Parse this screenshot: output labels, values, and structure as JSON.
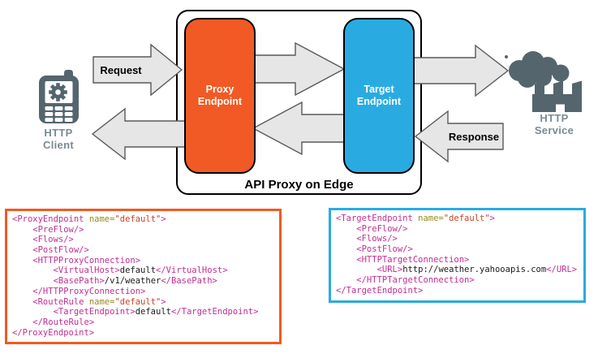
{
  "diagram": {
    "request_label": "Request",
    "response_label": "Response",
    "container_label": "API Proxy on Edge",
    "proxy_endpoint_label": "Proxy Endpoint",
    "target_endpoint_label": "Target Endpoint",
    "http_client_label": "HTTP Client",
    "http_service_label": "HTTP Service",
    "icons": {
      "client": "mobile-phone-gear-icon",
      "service": "factory-smoke-cloud-icon"
    }
  },
  "colors": {
    "proxy_orange": "#F15A24",
    "target_blue": "#29ABE2",
    "arrow_fill": "#E6E6E6",
    "arrow_stroke": "#595959",
    "icon_gray": "#55656E",
    "icon_label_gray": "#7B8A93",
    "code_tag": "#C02E92",
    "code_attr": "#99891A",
    "code_value": "#CC4128",
    "code_text": "#1A1A1A"
  },
  "code_blocks": {
    "proxy": {
      "lines": [
        [
          [
            "tag",
            "<ProxyEndpoint "
          ],
          [
            "attr",
            "name="
          ],
          [
            "val",
            "\"default\""
          ],
          [
            "tag",
            ">"
          ]
        ],
        [
          [
            "tag",
            "    <PreFlow/>"
          ]
        ],
        [
          [
            "tag",
            "    <Flows/>"
          ]
        ],
        [
          [
            "tag",
            "    <PostFlow/>"
          ]
        ],
        [
          [
            "tag",
            "    <HTTPProxyConnection>"
          ]
        ],
        [
          [
            "tag",
            "        <VirtualHost>"
          ],
          [
            "txt",
            "default"
          ],
          [
            "tag",
            "</VirtualHost>"
          ]
        ],
        [
          [
            "tag",
            "        <BasePath>"
          ],
          [
            "txt",
            "/v1/weather"
          ],
          [
            "tag",
            "</BasePath>"
          ]
        ],
        [
          [
            "tag",
            "    </HTTPProxyConnection>"
          ]
        ],
        [
          [
            "tag",
            "    <RouteRule "
          ],
          [
            "attr",
            "name="
          ],
          [
            "val",
            "\"default\""
          ],
          [
            "tag",
            ">"
          ]
        ],
        [
          [
            "tag",
            "        <TargetEndpoint>"
          ],
          [
            "txt",
            "default"
          ],
          [
            "tag",
            "</TargetEndpoint>"
          ]
        ],
        [
          [
            "tag",
            "    </RouteRule>"
          ]
        ],
        [
          [
            "tag",
            "</ProxyEndpoint>"
          ]
        ]
      ]
    },
    "target": {
      "lines": [
        [
          [
            "tag",
            "<TargetEndpoint "
          ],
          [
            "attr",
            "name="
          ],
          [
            "val",
            "\"default\""
          ],
          [
            "tag",
            ">"
          ]
        ],
        [
          [
            "tag",
            "    <PreFlow/>"
          ]
        ],
        [
          [
            "tag",
            "    <Flows/>"
          ]
        ],
        [
          [
            "tag",
            "    <PostFlow/>"
          ]
        ],
        [
          [
            "tag",
            "    <HTTPTargetConnection>"
          ]
        ],
        [
          [
            "tag",
            "        <URL>"
          ],
          [
            "txt",
            "http://weather.yahooapis.com"
          ],
          [
            "tag",
            "</URL>"
          ]
        ],
        [
          [
            "tag",
            "    </HTTPTargetConnection>"
          ]
        ],
        [
          [
            "tag",
            "</TargetEndpoint>"
          ]
        ]
      ]
    }
  }
}
